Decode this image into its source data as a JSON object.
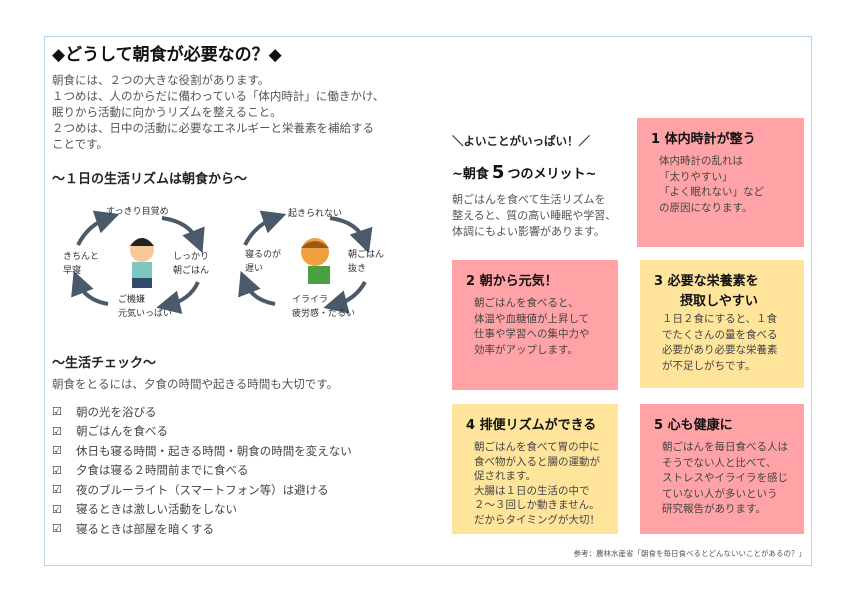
{
  "title": "◆どうして朝食が必要なの？◆",
  "intro": "朝食には、２つの大きな役割があります。\n１つめは、人のからだに備わっている「体内時計」に働きかけ、\n眠りから活動に向かうリズムを整えること。\n２つめは、日中の活動に必要なエネルギーと栄養素を補給する\nことです。",
  "rhythm": {
    "heading": "～１日の生活リズムは朝食から～",
    "good": {
      "top": "すっきり目覚め",
      "right": "しっかり\n朝ごはん",
      "bottom": "ご機嫌\n元気いっぱい",
      "left": "きちんと\n早寝"
    },
    "bad": {
      "top": "起きられない",
      "right": "朝ごはん\n抜き",
      "bottom": "イライラ\n疲労感・だるい",
      "left": "寝るのが\n遅い"
    }
  },
  "check": {
    "heading": "～生活チェック～",
    "lead": "朝食をとるには、夕食の時間や起きる時間も大切です。",
    "box": "☑",
    "items": [
      "朝の光を浴びる",
      "朝ごはんを食べる",
      "休日も寝る時間・起きる時間・朝食の時間を変えない",
      "夕食は寝る２時間前までに食べる",
      "夜のブルーライト（スマートフォン等）は避ける",
      "寝るときは激しい活動をしない",
      "寝るときは部屋を暗くする"
    ]
  },
  "merits": {
    "tagline": "＼よいことがいっぱい！／",
    "heading_pre": "~朝食",
    "heading_num": "5",
    "heading_post": "つのメリット~",
    "lead": "朝ごはんを食べて生活リズムを\n整えると、質の高い睡眠や学習、\n体調にもよい影響があります。",
    "cards": [
      {
        "title": "1  体内時計が整う",
        "body": "体内時計の乱れは\n「太りやすい」\n「よく眠れない」など\nの原因になります。"
      },
      {
        "title": "2  朝から元気！",
        "body": "朝ごはんを食べると、\n体温や血糖値が上昇して\n仕事や学習への集中力や\n効率がアップします。"
      },
      {
        "title": "3  必要な栄養素を\n　　摂取しやすい",
        "body": "１日２食にすると、１食\nでたくさんの量を食べる\n必要があり必要な栄養素\nが不足しがちです。"
      },
      {
        "title": "4  排便リズムができる",
        "body": "朝ごはんを食べて胃の中に\n食べ物が入ると腸の運動が\n促されます。\n大腸は１日の生活の中で\n２～３回しか動きません。\nだからタイミングが大切！"
      },
      {
        "title": "5  心も健康に",
        "body": "朝ごはんを毎日食べる人は\nそうでない人と比べて、\nストレスやイライラを感じ\nていない人が多いという\n研究報告があります。"
      }
    ]
  },
  "source": "参考：農林水産省「朝食を毎日食べるとどんないいことがあるの？」",
  "colors": {
    "pink": "#ffa3a6",
    "yellow": "#ffe49c",
    "arrow": "#4a5a6a"
  }
}
